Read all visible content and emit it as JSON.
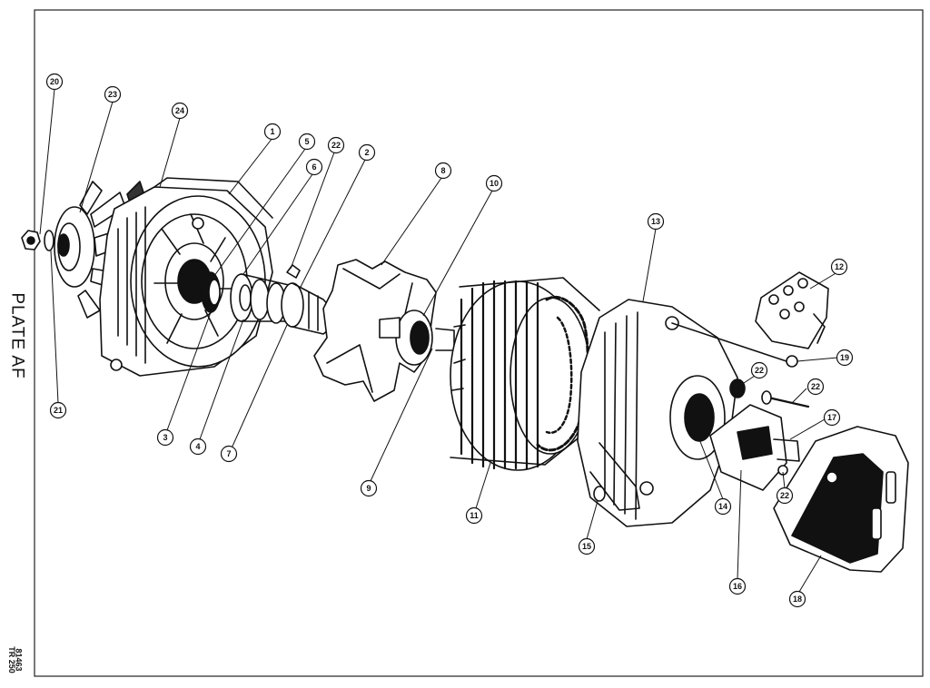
{
  "plate_label": "PLATE AF",
  "drawing_number": "81463",
  "model_code": "TR 250",
  "callouts": [
    "20",
    "23",
    "24",
    "1",
    "5",
    "6",
    "22",
    "2",
    "8",
    "10",
    "13",
    "12",
    "19",
    "22",
    "22",
    "17",
    "3",
    "4",
    "7",
    "9",
    "11",
    "15",
    "14",
    "16",
    "18",
    "22",
    "21"
  ],
  "colors": {
    "ink": "#111111",
    "paper": "#ffffff"
  }
}
